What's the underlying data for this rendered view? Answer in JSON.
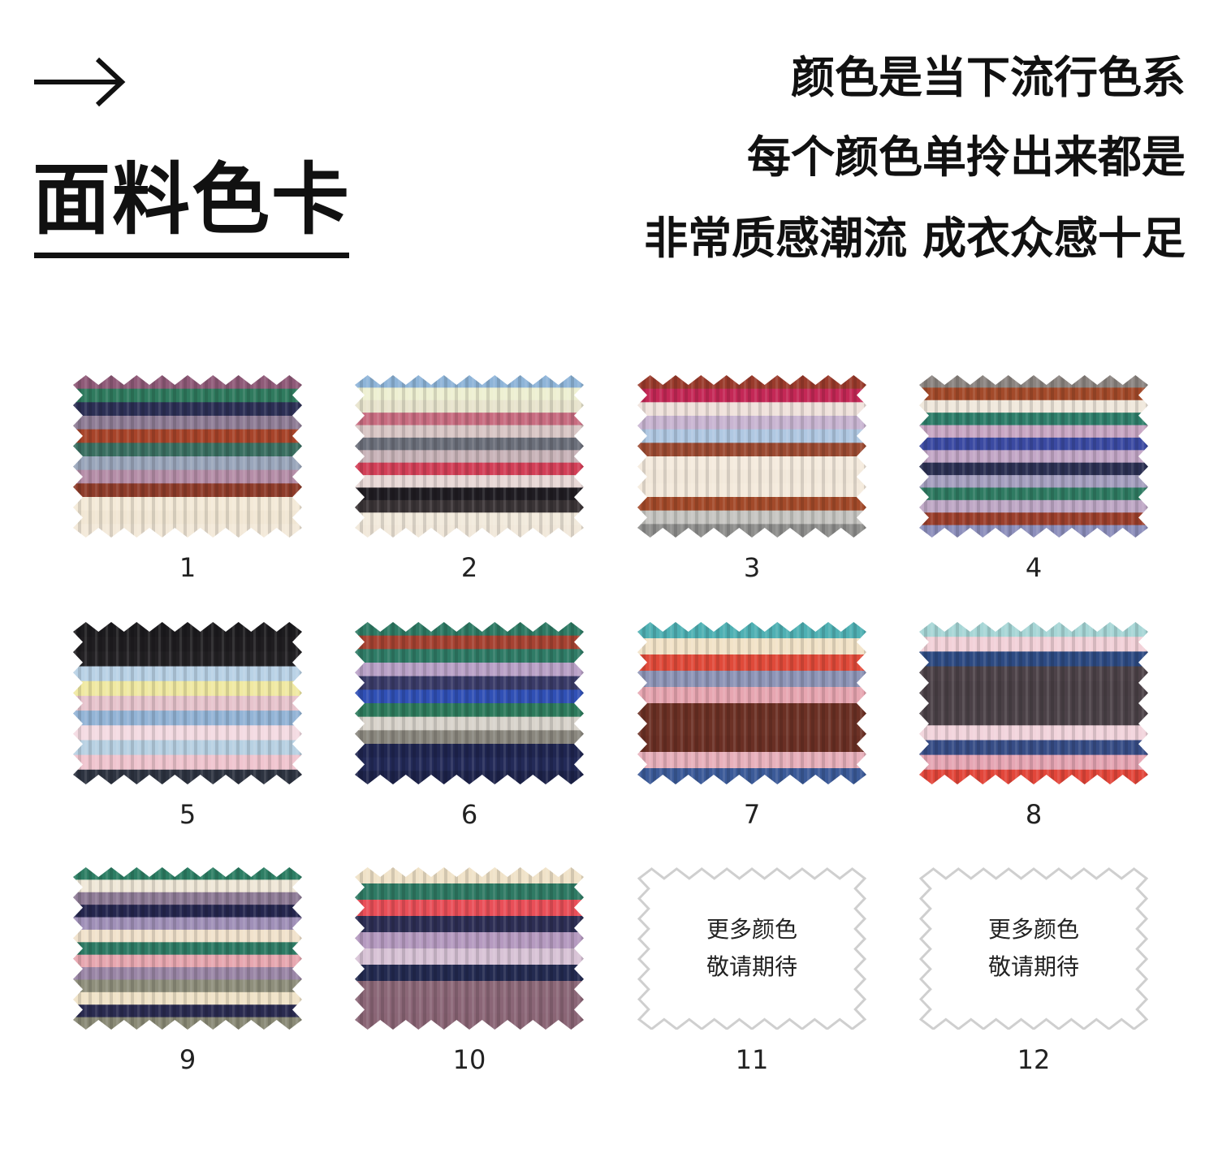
{
  "header": {
    "title": "面料色卡",
    "taglines": [
      "颜色是当下流行色系",
      "每个颜色单拎出来都是",
      "非常质感潮流 成衣众感十足"
    ]
  },
  "colors": {
    "ink": "#111111",
    "placeholder_border": "#cfcfcf"
  },
  "swatches": [
    {
      "number": "1",
      "stripes": [
        "#8f5a78",
        "#2f7a5e",
        "#2c2f55",
        "#8f7d96",
        "#a7442a",
        "#3a6f61",
        "#9aa6bb",
        "#b58ea8",
        "#8e3c2a",
        "#f4ead8",
        "#f1e6d3",
        "#f3e9d9"
      ]
    },
    {
      "number": "2",
      "stripes": [
        "#8eb4d8",
        "#eef0d2",
        "#e8e4cd",
        "#c86c80",
        "#d9c7c6",
        "#6b6f7a",
        "#c9b4b9",
        "#d23f57",
        "#e8d8d6",
        "#1f1c22",
        "#3a3436",
        "#f2eadc",
        "#f1e8da"
      ]
    },
    {
      "number": "3",
      "stripes": [
        "#9a3b2c",
        "#c42856",
        "#f0e2dc",
        "#c9b5d2",
        "#b0c8e2",
        "#9b4a32",
        "#f5ebde",
        "#f2e8da",
        "#f4eadc",
        "#a34a2a",
        "#c7c6c2",
        "#8e8e8c"
      ]
    },
    {
      "number": "4",
      "stripes": [
        "#8b8480",
        "#a34a2a",
        "#f0e8dc",
        "#2e7e6a",
        "#c9a7c4",
        "#3b4aa2",
        "#c3a7c7",
        "#2b2f52",
        "#a6a0c0",
        "#2f7b62",
        "#bfa8c6",
        "#9b3f2c",
        "#8d8fbc"
      ]
    },
    {
      "number": "5",
      "stripes": [
        "#1c1b1e",
        "#1f1d20",
        "#232124",
        "#b9d2e6",
        "#f0e9a2",
        "#e7c4cd",
        "#93b4d6",
        "#f4dbe2",
        "#b8d1e3",
        "#f0c5cf",
        "#2d3340"
      ]
    },
    {
      "number": "6",
      "stripes": [
        "#2e7a64",
        "#a64232",
        "#2f7b66",
        "#b9a1c7",
        "#3a3b68",
        "#3050b5",
        "#2d7a5c",
        "#d9d4cc",
        "#8a877e",
        "#1f2550",
        "#232a58",
        "#1d234a"
      ]
    },
    {
      "number": "7",
      "stripes": [
        "#4fb0b3",
        "#f2e3c8",
        "#e04a3a",
        "#8e95b7",
        "#e7a6b1",
        "#6b3024",
        "#6d3226",
        "#6a2f24",
        "#e8b0bb",
        "#3b5a98"
      ]
    },
    {
      "number": "8",
      "stripes": [
        "#a7d6d6",
        "#f2d1d8",
        "#2d4a82",
        "#4d4248",
        "#4a4046",
        "#4b4147",
        "#4c4248",
        "#f2d4dc",
        "#374d86",
        "#e6a6b4",
        "#e2463a"
      ]
    },
    {
      "number": "9",
      "stripes": [
        "#2d7e64",
        "#f0e8d8",
        "#8e7b96",
        "#25264e",
        "#a090b8",
        "#f1e2cc",
        "#2d7a64",
        "#e7a7b0",
        "#9a86a6",
        "#8f8f7c",
        "#f0e3c8",
        "#2a2b50",
        "#8a8a76"
      ]
    },
    {
      "number": "10",
      "stripes": [
        "#f0e2c8",
        "#2f7a64",
        "#e94f58",
        "#2d2e54",
        "#b59ac0",
        "#d8c3d6",
        "#232a50",
        "#8c6878",
        "#8b6677",
        "#8a6575"
      ]
    },
    {
      "number": "11",
      "placeholder": [
        "更多颜色",
        "敬请期待"
      ]
    },
    {
      "number": "12",
      "placeholder": [
        "更多颜色",
        "敬请期待"
      ]
    }
  ]
}
